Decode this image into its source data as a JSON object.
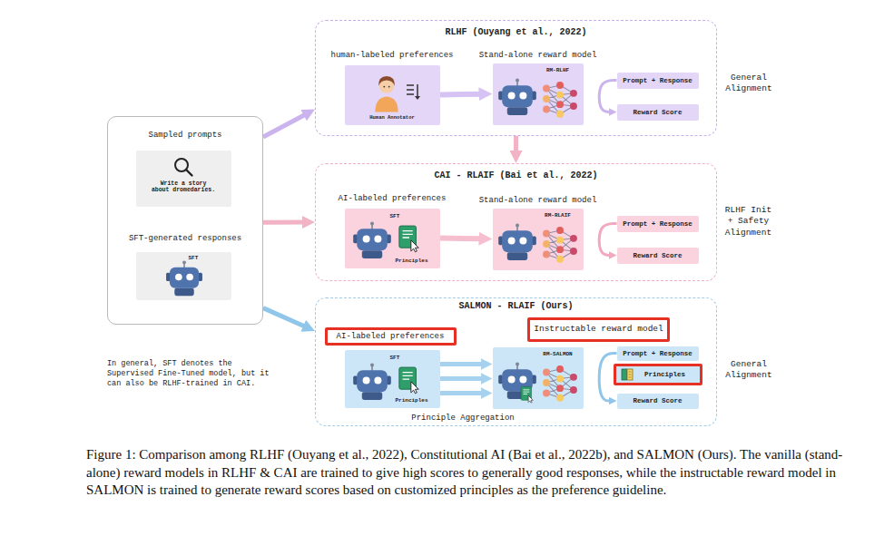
{
  "diagram": {
    "caption": "Figure 1: Comparison among RLHF (Ouyang et al., 2022), Constitutional AI (Bai et al., 2022b), and SALMON (Ours). The vanilla (stand-alone) reward models in RLHF & CAI are trained to give high scores to generally good responses, while the instructable reward model in SALMON is trained to generate reward scores based on customized principles as the preference guideline.",
    "nodes": [
      {
        "text": [
          "Sampled prompts",
          "SFT-generated responses"
        ]
      },
      {
        "text": [
          "Write a story about dromedaries."
        ],
        "in": 0
      },
      {
        "text": [
          "SFT"
        ],
        "in": 0
      },
      {
        "text": [
          "RLHF (Ouyang et al., 2022)"
        ]
      },
      {
        "text": [
          "human-labeled preferences",
          "Human Annotator"
        ],
        "in": 3
      },
      {
        "text": [
          "Stand-alone reward model",
          "RM-RLHF"
        ],
        "in": 3
      },
      {
        "text": [
          "Prompt + Response"
        ],
        "in": 3
      },
      {
        "text": [
          "Reward Score"
        ],
        "in": 3
      },
      {
        "text": [
          "CAI - RLAIF (Bai et al., 2022)"
        ]
      },
      {
        "text": [
          "AI-labeled preferences",
          "SFT",
          "Principles"
        ],
        "in": 8
      },
      {
        "text": [
          "Stand-alone reward model",
          "RM-RLAIF"
        ],
        "in": 8
      },
      {
        "text": [
          "Prompt + Response"
        ],
        "in": 8
      },
      {
        "text": [
          "Reward Score"
        ],
        "in": 8
      },
      {
        "text": [
          "SALMON - RLAIF (Ours)"
        ]
      },
      {
        "text": [
          "AI-labeled preferences"
        ],
        "in": 13
      },
      {
        "text": [
          "SFT",
          "Principles"
        ],
        "in": 13
      },
      {
        "text": [
          "Instructable reward model"
        ],
        "in": 13
      },
      {
        "text": [
          "RM-SALMON"
        ],
        "in": 13
      },
      {
        "text": [
          "Prompt + Response"
        ],
        "in": 13
      },
      {
        "text": [
          "Principles"
        ],
        "in": 13
      },
      {
        "text": [
          "Reward Score"
        ],
        "in": 13
      }
    ],
    "edges": [
      {
        "from": 0,
        "to": 3,
        "arrow": "to"
      },
      {
        "from": 0,
        "to": 8,
        "arrow": "to"
      },
      {
        "from": 0,
        "to": 13,
        "arrow": "to"
      },
      {
        "from": 3,
        "to": 8,
        "arrow": "to"
      },
      {
        "from": 4,
        "to": 5,
        "arrow": "to"
      },
      {
        "from": 6,
        "to": 7,
        "arrow": "to"
      },
      {
        "from": 9,
        "to": 10,
        "arrow": "to"
      },
      {
        "from": 11,
        "to": 12,
        "arrow": "to"
      },
      {
        "from": 15,
        "to": 17,
        "arrow": "to"
      },
      {
        "from": 15,
        "to": 17,
        "arrow": "to"
      },
      {
        "from": 15,
        "to": 17,
        "arrow": "to"
      },
      {
        "from": 18,
        "to": 20,
        "arrow": "to"
      }
    ],
    "labels": [
      "General Alignment",
      "RLHF Init + Safety Alignment",
      "General Alignment",
      "Principle Aggregation",
      "In general, SFT denotes the Supervised Fine-Tuned model, but it can also be RLHF-trained in CAI."
    ]
  }
}
